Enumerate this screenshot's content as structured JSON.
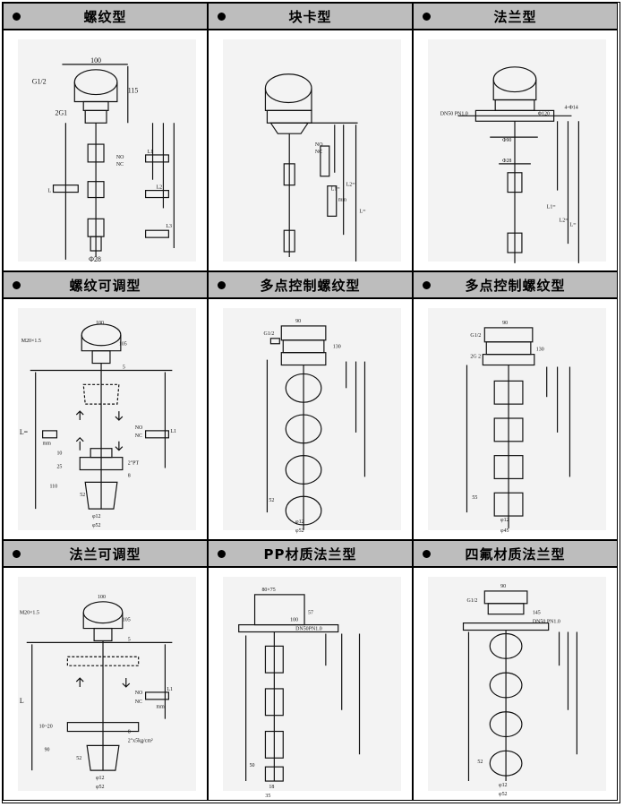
{
  "panels": [
    {
      "title": "螺纹型",
      "labels": {
        "top": "100",
        "thread": "G1/2",
        "height": "115",
        "mount": "2G1",
        "no": "NO",
        "nc": "NC",
        "l1": "L1",
        "l2": "L2",
        "l3": "L3",
        "l": "L",
        "dia": "Φ28"
      }
    },
    {
      "title": "块卡型",
      "labels": {
        "no": "NO",
        "nc": "NC",
        "mm": "mm",
        "l1": "L1=",
        "l2": "L2=",
        "l": "L="
      }
    },
    {
      "title": "法兰型",
      "labels": {
        "flange": "DN50 PN1.0",
        "d120": "Φ120",
        "holes": "4-Φ14",
        "d90": "Φ90",
        "d28": "Φ28",
        "l1": "L1=",
        "l2": "L2=",
        "l": "L="
      }
    },
    {
      "title": "螺纹可调型",
      "labels": {
        "thread": "M20×1.5",
        "top": "100",
        "h": "105",
        "five": "5",
        "l": "L=",
        "mm": "mm",
        "no": "NO",
        "nc": "NC",
        "l1": "L1",
        "ten": "10",
        "tf": "25",
        "pt": "2\"PT",
        "eight": "8",
        "oneten": "110",
        "d12": "φ12",
        "d52": "φ52",
        "fifty2": "52"
      }
    },
    {
      "title": "多点控制螺纹型",
      "labels": {
        "thread": "G1/2",
        "top": "90",
        "h": "130",
        "fifty2": "52",
        "d12": "φ12",
        "d52": "φ52"
      }
    },
    {
      "title": "多点控制螺纹型",
      "labels": {
        "thread": "G1/2",
        "top": "90",
        "h": "130",
        "mount": "2G 2",
        "fifty5": "55",
        "d12": "φ12",
        "d45": "φ45"
      }
    },
    {
      "title": "法兰可调型",
      "labels": {
        "thread": "M20×1.5",
        "top": "100",
        "h": "105",
        "five": "5",
        "l": "L",
        "no": "NO",
        "nc": "NC",
        "l1": "L1",
        "mm": "mm",
        "range": "10~20",
        "flange": "2\"x5kg/cm²",
        "eight": "8",
        "ninety": "90",
        "fifty2": "52",
        "d12": "φ12",
        "d52": "φ52"
      }
    },
    {
      "title": "PP材质法兰型",
      "labels": {
        "box": "80×75",
        "fifty7": "57",
        "hundred": "100",
        "flange": "DN50PN1.0",
        "fifty": "50",
        "eighteen": "18",
        "thirty5": "35"
      }
    },
    {
      "title": "四氟材质法兰型",
      "labels": {
        "thread": "G1/2",
        "top": "90",
        "h": "145",
        "flange": "DN50 PN1.0",
        "fifty2": "52",
        "d12": "φ12",
        "d52": "φ52"
      }
    }
  ]
}
